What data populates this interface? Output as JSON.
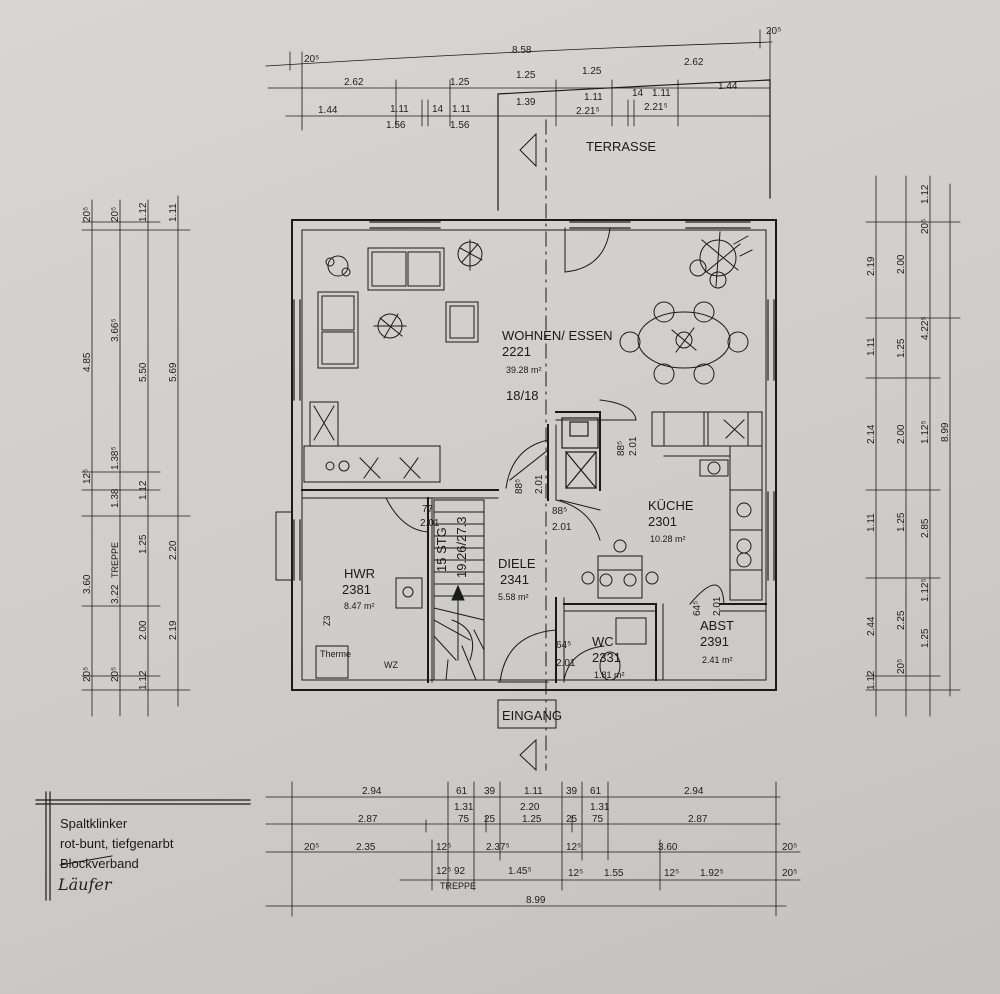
{
  "rooms": {
    "terrasse": "TERRASSE",
    "wohnen_name": "WOHNEN/ ESSEN",
    "wohnen_no": "2221",
    "wohnen_area": "39.28 m²",
    "kueche_name": "KÜCHE",
    "kueche_no": "2301",
    "kueche_area": "10.28 m²",
    "hwr_name": "HWR",
    "hwr_no": "2381",
    "hwr_area": "8.47 m²",
    "diele_name": "DIELE",
    "diele_no": "2341",
    "diele_area": "5.58 m²",
    "wc_name": "WC",
    "wc_no": "2331",
    "wc_area": "1.81 m²",
    "abst_name": "ABST",
    "abst_no": "2391",
    "abst_area": "2.41 m²",
    "eingang": "EINGANG",
    "stair_steps": "15 STG",
    "stair_ratio": "19.26/27.3",
    "stair_label_18": "18/18",
    "therme": "Therme",
    "wz": "WZ",
    "z3": "Z3"
  },
  "legend": {
    "line1": "Spaltklinker",
    "line2": "rot-bunt, tiefgenarbt",
    "line3_struck": "Block",
    "line3_rest": "verband",
    "handwritten": "Läufer"
  },
  "dims_top": {
    "overall": "8.58",
    "corner_a": "20⁵",
    "corner_b": "20⁵",
    "row2": [
      "2.62",
      "1.25",
      "1.25",
      "1.25",
      "2.62"
    ],
    "row3": [
      "1.44",
      "1.11",
      "14",
      "1.11",
      "1.39",
      "1.11",
      "14",
      "1.11",
      "1.44"
    ],
    "row3_below": [
      "1.56",
      "1.56",
      "2.21⁵",
      "2.21⁵"
    ]
  },
  "dims_bottom": {
    "row1": [
      "2.94",
      "61",
      "39",
      "1.11",
      "39",
      "61",
      "2.94"
    ],
    "row1_sub": [
      "1.31",
      "2.20",
      "1.31"
    ],
    "row2": [
      "2.87",
      "75",
      "25",
      "1.25",
      "25",
      "75",
      "2.87"
    ],
    "row3": [
      "20⁵",
      "2.35",
      "12⁵",
      "2.37⁵",
      "12⁵",
      "3.60",
      "20⁵"
    ],
    "row4": [
      "12⁵",
      "92",
      "1.45⁵",
      "12⁵",
      "1.55",
      "12⁵",
      "1.92⁵",
      "20⁵"
    ],
    "treppe": "TREPPE",
    "overall": "8.99"
  },
  "dims_left": {
    "col1": [
      "4.85",
      "3.60"
    ],
    "col1_small": [
      "20⁵",
      "12⁵",
      "20⁵"
    ],
    "col2": [
      "3.66⁵",
      "1.38",
      "3.22",
      "20⁵"
    ],
    "col2_small": [
      "20⁵",
      "1.38⁵"
    ],
    "col3": [
      "5.50",
      "1.25",
      "2.00",
      "1.12"
    ],
    "col3_small": [
      "1.12",
      "1.12"
    ],
    "col4": [
      "5.69",
      "2.20",
      "2.19"
    ],
    "col4_small": [
      "1.11"
    ],
    "treppe": "TREPPE"
  },
  "dims_right": {
    "col1": [
      "2.19",
      "1.11",
      "2.14",
      "1.11",
      "2.44",
      "1.12"
    ],
    "col2": [
      "2.00",
      "1.25",
      "2.00",
      "1.25",
      "2.25",
      "20⁵"
    ],
    "col3": [
      "4.22⁵",
      "1.12⁵",
      "2.85",
      "1.12⁵",
      "1.25"
    ],
    "col3_small": [
      "1.12",
      "20⁵"
    ],
    "col4": [
      "8.99"
    ]
  },
  "openings": {
    "kitchen_door": [
      "88⁵",
      "2.01"
    ],
    "diele_left": [
      "88⁵",
      "2.01"
    ],
    "diele_right": [
      "88⁵",
      "2.01"
    ],
    "hwr_door": [
      "77",
      "2.01"
    ],
    "wc_door": [
      "64⁵",
      "2.01"
    ],
    "abst_door": [
      "64⁵",
      "2.01"
    ]
  },
  "colors": {
    "paper": "#d6d4d0",
    "ink": "#1a1a1a"
  }
}
